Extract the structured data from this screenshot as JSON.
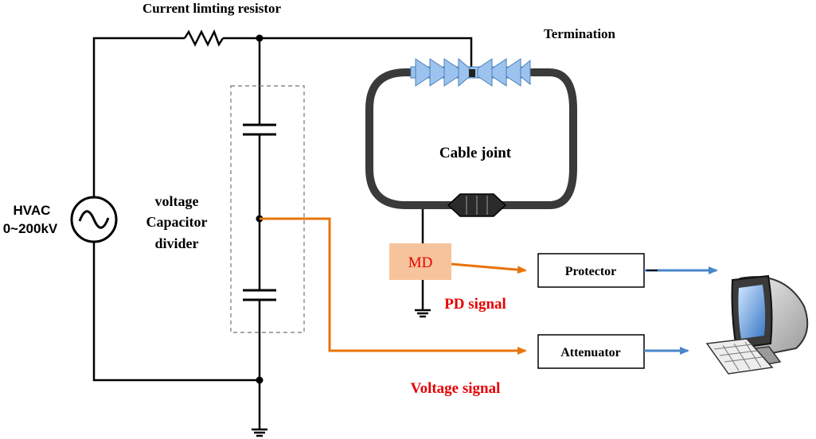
{
  "labels": {
    "resistor": "Current limting resistor",
    "termination": "Termination",
    "cable_joint": "Cable joint",
    "source_name": "HVAC",
    "source_range": "0~200kV",
    "divider_line1": "voltage",
    "divider_line2": "Capacitor",
    "divider_line3": "divider",
    "md": "MD",
    "pd_signal": "PD signal",
    "protector": "Protector",
    "attenuator": "Attenuator",
    "voltage_signal": "Voltage signal"
  },
  "colors": {
    "wire": "#000000",
    "signal_orange": "#e8740c",
    "signal_blue": "#4a86c8",
    "md_fill": "#f6c49c",
    "highlight_red": "#e60000",
    "insulator_blue": "#9cc3ee",
    "cable": "#3a3a3a"
  },
  "icons": {
    "ac_source": "ac-source-icon",
    "resistor": "resistor-icon",
    "ground": "ground-icon",
    "computer": "computer-icon"
  }
}
